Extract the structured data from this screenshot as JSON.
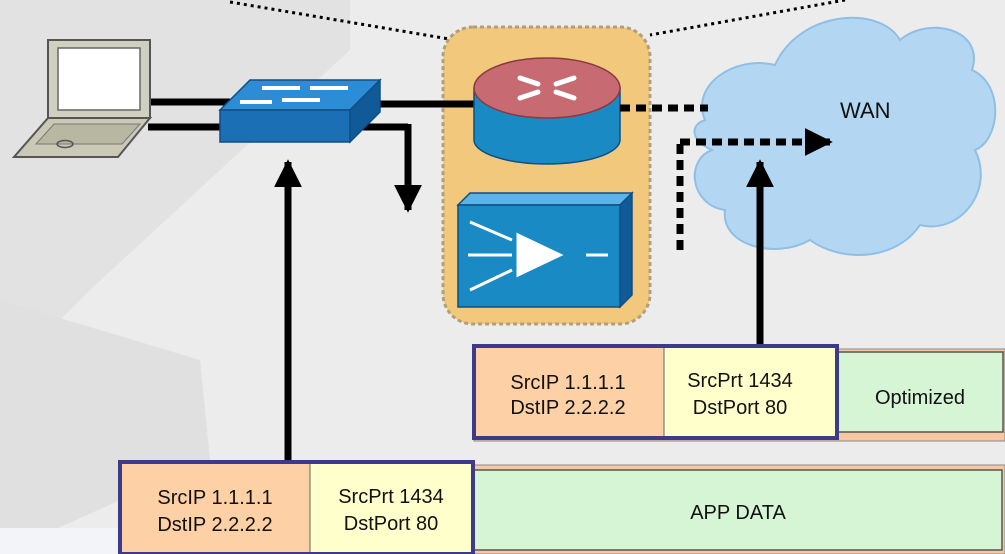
{
  "wan": {
    "label": "WAN"
  },
  "packet_optimized": {
    "ip": {
      "src": "SrcIP 1.1.1.1",
      "dst": "DstIP 2.2.2.2"
    },
    "ports": {
      "src": "SrcPrt 1434",
      "dst": "DstPort 80"
    },
    "payload": "Optimized"
  },
  "packet_original": {
    "ip": {
      "src": "SrcIP 1.1.1.1",
      "dst": "DstIP 2.2.2.2"
    },
    "ports": {
      "src": "SrcPrt 1434",
      "dst": "DstPort 80"
    },
    "payload": "APP DATA"
  },
  "colors": {
    "ip_header": "#fdd0a6",
    "port_header": "#ffffcc",
    "payload": "#d5f5d5",
    "header_border": "#3d3a8c",
    "device_blue": "#1a7ec8",
    "router_top": "#c86a72",
    "highlight_box": "#f2c97c",
    "cloud": "#b3d7f2",
    "background": "#ececec"
  },
  "icons": [
    "laptop-icon",
    "switch-icon",
    "router-icon",
    "wan-optimizer-icon",
    "cloud-icon"
  ]
}
